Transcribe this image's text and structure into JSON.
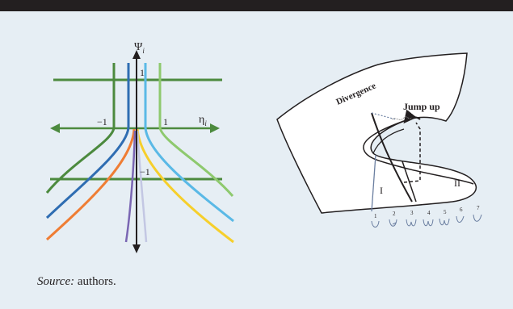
{
  "left_diagram": {
    "axis_y_label": "Ψ",
    "axis_y_sub": "i",
    "axis_x_label": "η",
    "axis_x_sub": "i",
    "tick_plus_one_y": "1",
    "tick_minus_one_x": "−1",
    "tick_plus_one_x": "1",
    "tick_minus_one_y": "−1"
  },
  "right_diagram": {
    "divergence_label": "Divergence",
    "jump_up_label": "Jump up",
    "region_one": "I",
    "region_two": "II",
    "small_markers": [
      "1",
      "2",
      "3",
      "4",
      "5",
      "6",
      "7"
    ]
  },
  "caption": {
    "source_label": "Source:",
    "source_text": " authors."
  },
  "colors": {
    "dark_green": "#4c8a3e",
    "light_green": "#8ec96e",
    "blue": "#2f6db2",
    "orange": "#ef7d34",
    "cyan": "#5ab9e6",
    "yellow": "#f6cf2b",
    "purple": "#7a66b3",
    "lavender": "#c3c7e3",
    "header_bar": "#231f20",
    "background": "#e6eef4"
  }
}
